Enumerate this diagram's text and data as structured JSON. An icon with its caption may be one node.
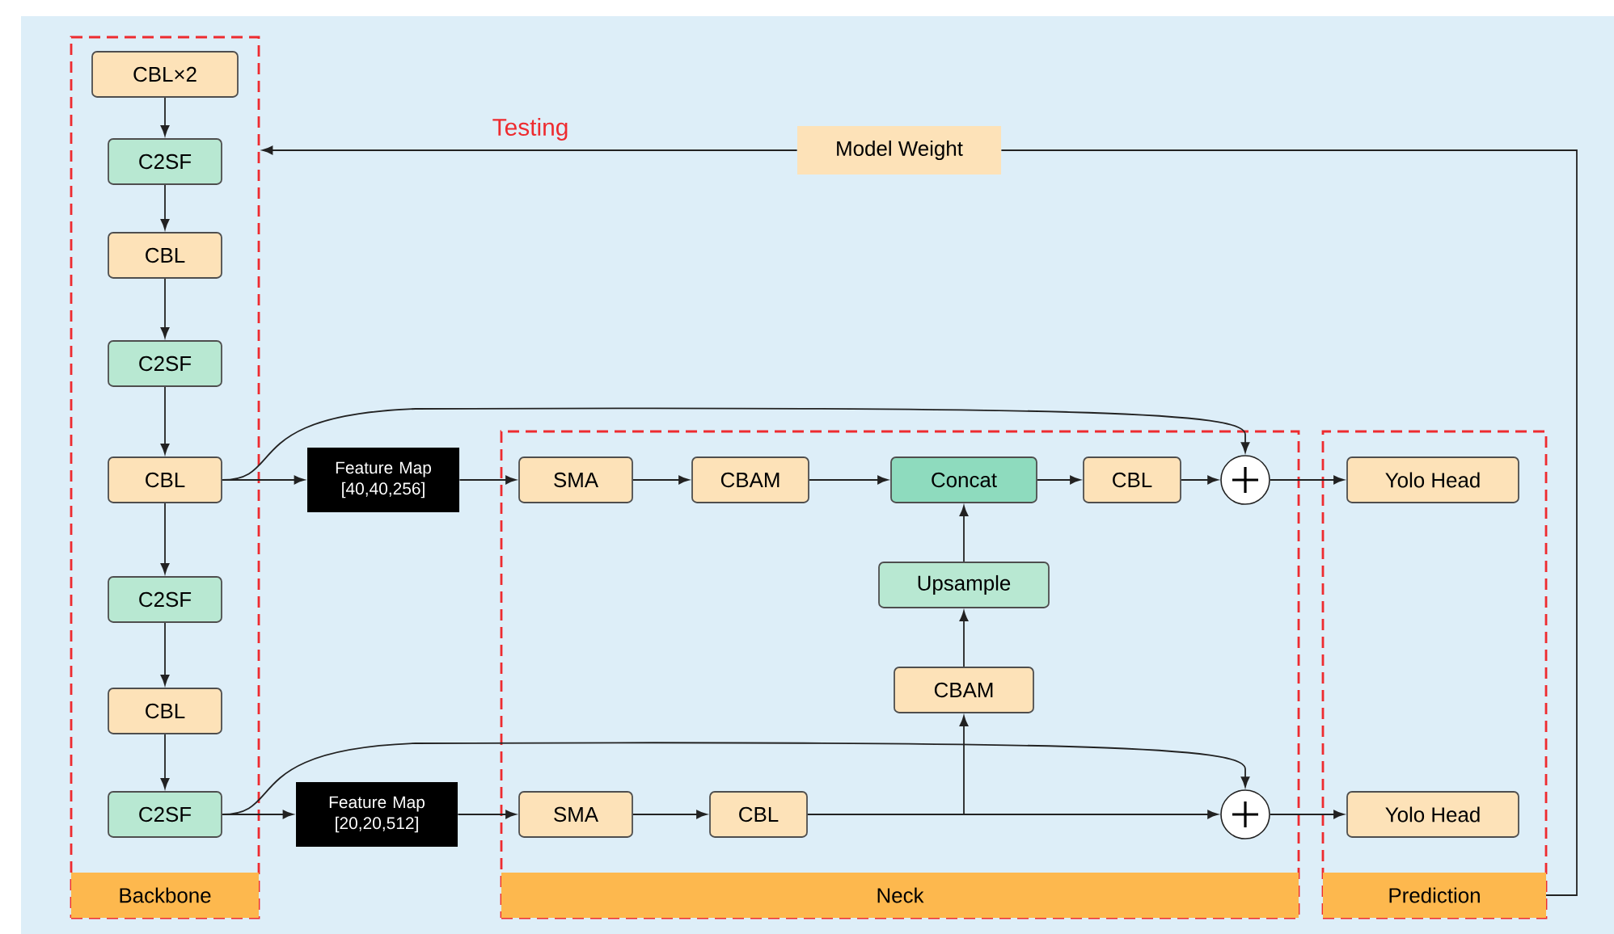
{
  "diagram": {
    "nodes": [
      {
        "text": [
          "Backbone"
        ]
      },
      {
        "text": [
          "CBL×2"
        ],
        "in": 0
      },
      {
        "text": [
          "C2SF"
        ],
        "in": 0
      },
      {
        "text": [
          "CBL"
        ],
        "in": 0
      },
      {
        "text": [
          "C2SF"
        ],
        "in": 0
      },
      {
        "text": [
          "CBL"
        ],
        "in": 0
      },
      {
        "text": [
          "C2SF"
        ],
        "in": 0
      },
      {
        "text": [
          "CBL"
        ],
        "in": 0
      },
      {
        "text": [
          "C2SF"
        ],
        "in": 0
      },
      {
        "text": [
          "Feature Map [40,40,256]"
        ]
      },
      {
        "text": [
          "Feature Map [20,20,512]"
        ]
      },
      {
        "text": [
          "Neck"
        ]
      },
      {
        "text": [
          "SMA"
        ],
        "in": 11
      },
      {
        "text": [
          "CBAM"
        ],
        "in": 11
      },
      {
        "text": [
          "Concat"
        ],
        "in": 11
      },
      {
        "text": [
          "CBL"
        ],
        "in": 11
      },
      {
        "text": [],
        "shape": "circle",
        "in": 11
      },
      {
        "text": [
          "Upsample"
        ],
        "in": 11
      },
      {
        "text": [
          "CBAM"
        ],
        "in": 11
      },
      {
        "text": [
          "SMA"
        ],
        "in": 11
      },
      {
        "text": [
          "CBL"
        ],
        "in": 11
      },
      {
        "text": [],
        "shape": "circle",
        "in": 11
      },
      {
        "text": [
          "Prediction"
        ]
      },
      {
        "text": [
          "Yolo Head"
        ],
        "in": 22
      },
      {
        "text": [
          "Yolo Head"
        ],
        "in": 22
      },
      {
        "text": [
          "Model Weight"
        ]
      }
    ],
    "edges": [
      {
        "from": 1,
        "to": 2,
        "arrow": "to"
      },
      {
        "from": 2,
        "to": 3,
        "arrow": "to"
      },
      {
        "from": 3,
        "to": 4,
        "arrow": "to"
      },
      {
        "from": 4,
        "to": 5,
        "arrow": "to"
      },
      {
        "from": 5,
        "to": 6,
        "arrow": "to"
      },
      {
        "from": 6,
        "to": 7,
        "arrow": "to"
      },
      {
        "from": 7,
        "to": 8,
        "arrow": "to"
      },
      {
        "from": 5,
        "to": 9,
        "arrow": "to"
      },
      {
        "from": 9,
        "to": 12,
        "arrow": "to"
      },
      {
        "from": 12,
        "to": 13,
        "arrow": "to"
      },
      {
        "from": 13,
        "to": 14,
        "arrow": "to"
      },
      {
        "from": 14,
        "to": 15,
        "arrow": "to"
      },
      {
        "from": 15,
        "to": 16,
        "arrow": "to"
      },
      {
        "from": 16,
        "to": 23,
        "arrow": "to"
      },
      {
        "from": 5,
        "to": 16,
        "arrow": "to"
      },
      {
        "from": 8,
        "to": 10,
        "arrow": "to"
      },
      {
        "from": 10,
        "to": 19,
        "arrow": "to"
      },
      {
        "from": 19,
        "to": 20,
        "arrow": "to"
      },
      {
        "from": 20,
        "to": 21,
        "arrow": "to"
      },
      {
        "from": 21,
        "to": 24,
        "arrow": "to"
      },
      {
        "from": 20,
        "to": 18,
        "arrow": "to"
      },
      {
        "from": 18,
        "to": 17,
        "arrow": "to"
      },
      {
        "from": 17,
        "to": 14,
        "arrow": "to"
      },
      {
        "from": 8,
        "to": 21,
        "arrow": "to"
      },
      {
        "from": 22,
        "to": 25,
        "arrow": "none"
      },
      {
        "from": 25,
        "to": 0,
        "arrow": "to",
        "label": "Testing"
      }
    ]
  }
}
